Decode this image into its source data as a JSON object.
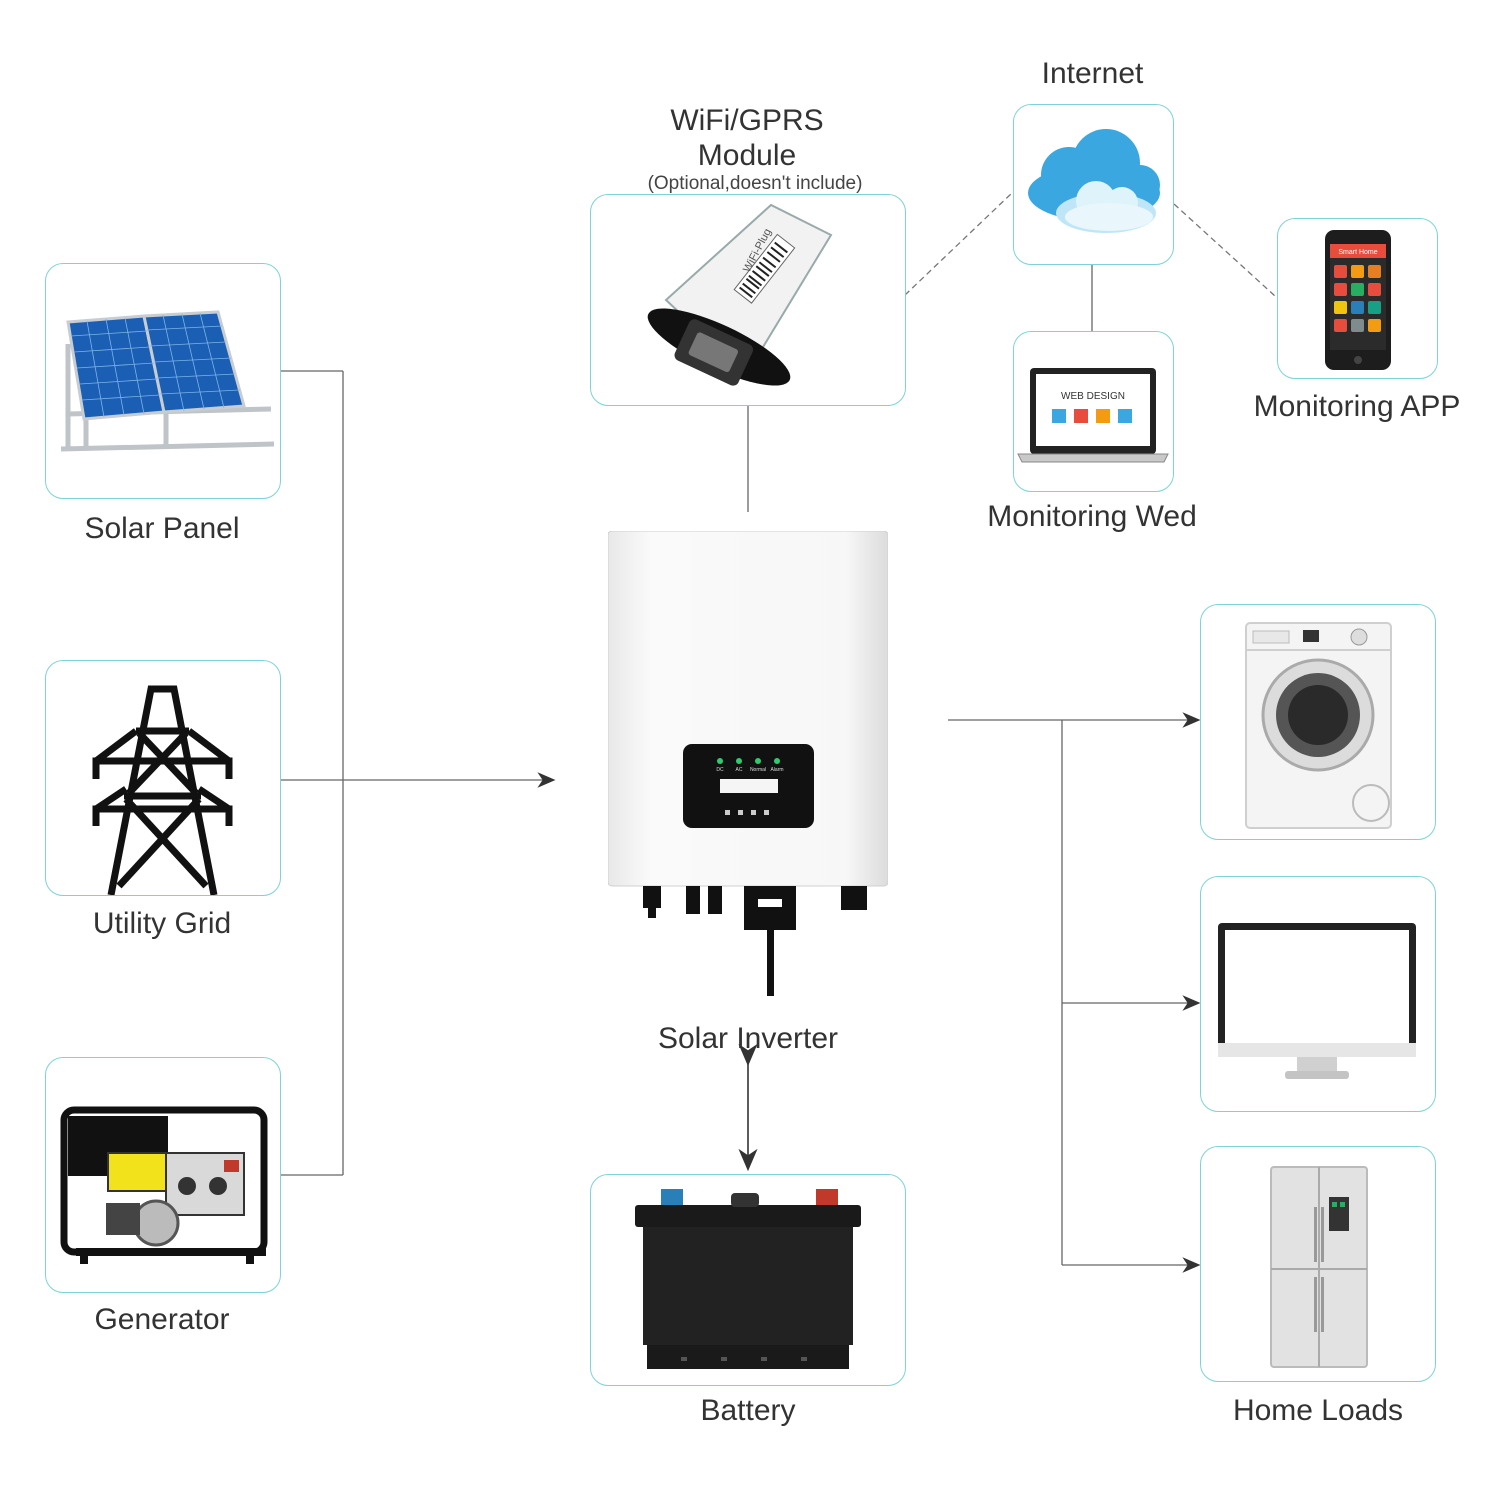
{
  "labels": {
    "solar_panel": "Solar Panel",
    "utility_grid": "Utility Grid",
    "generator": "Generator",
    "wifi_module_line1": "WiFi/GPRS",
    "wifi_module_line2": "Module",
    "wifi_module_note": "(Optional,doesn't include)",
    "internet": "Internet",
    "monitoring_web": "Monitoring Wed",
    "monitoring_app": "Monitoring APP",
    "solar_inverter": "Solar Inverter",
    "battery": "Battery",
    "home_loads": "Home Loads"
  },
  "inverter_display": {
    "indicators": [
      "DC",
      "AC",
      "Normal",
      "Alarm"
    ]
  },
  "device_text": {
    "wifi_plug": "WiFi-Plug",
    "web_design": "WEB DESIGN",
    "smart_home": "Smart Home"
  },
  "colors": {
    "box_border": "#7dd3d8",
    "connector": "#555555",
    "accent_cloud": "#3aa7e0"
  }
}
